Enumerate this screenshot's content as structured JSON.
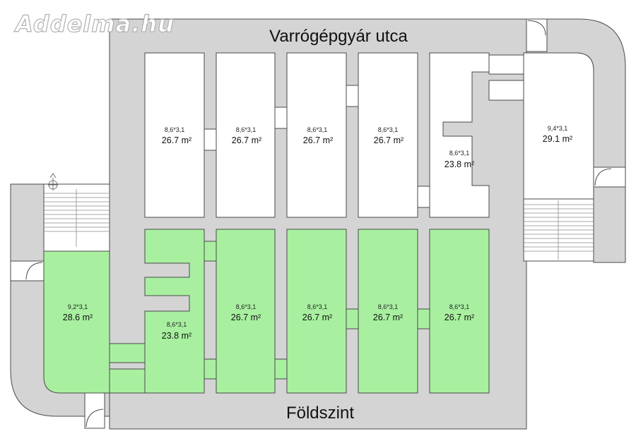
{
  "watermark": "Addelma.hu",
  "street_label": "Varrógépgyár utca",
  "floor_label": "Földszint",
  "colors": {
    "corridor": "#d4d4d4",
    "room": "#ffffff",
    "available": "#a8f0a0",
    "outline": "#4a4a4a"
  },
  "units_top": [
    {
      "dim": "8,6*3,1",
      "area": "26.7 m²",
      "status": "white"
    },
    {
      "dim": "8,6*3,1",
      "area": "26.7 m²",
      "status": "white"
    },
    {
      "dim": "8,6*3,1",
      "area": "26.7 m²",
      "status": "white"
    },
    {
      "dim": "8,6*3,1",
      "area": "26.7 m²",
      "status": "white"
    },
    {
      "dim": "8,6*3,1",
      "area": "23.8 m²",
      "status": "white"
    },
    {
      "dim": "9,4*3,1",
      "area": "29.1 m²",
      "status": "white"
    }
  ],
  "units_bottom": [
    {
      "dim": "9,2*3,1",
      "area": "28.6 m²",
      "status": "green"
    },
    {
      "dim": "8,6*3,1",
      "area": "23.8 m²",
      "status": "green"
    },
    {
      "dim": "8,6*3,1",
      "area": "26.7 m²",
      "status": "green"
    },
    {
      "dim": "8,6*3,1",
      "area": "26.7 m²",
      "status": "green"
    },
    {
      "dim": "8,6*3,1",
      "area": "26.7 m²",
      "status": "green"
    },
    {
      "dim": "8,6*3,1",
      "area": "26.7 m²",
      "status": "green"
    }
  ],
  "icons": [
    "compass-rose-icon",
    "door-swing-icon",
    "staircase-icon"
  ]
}
